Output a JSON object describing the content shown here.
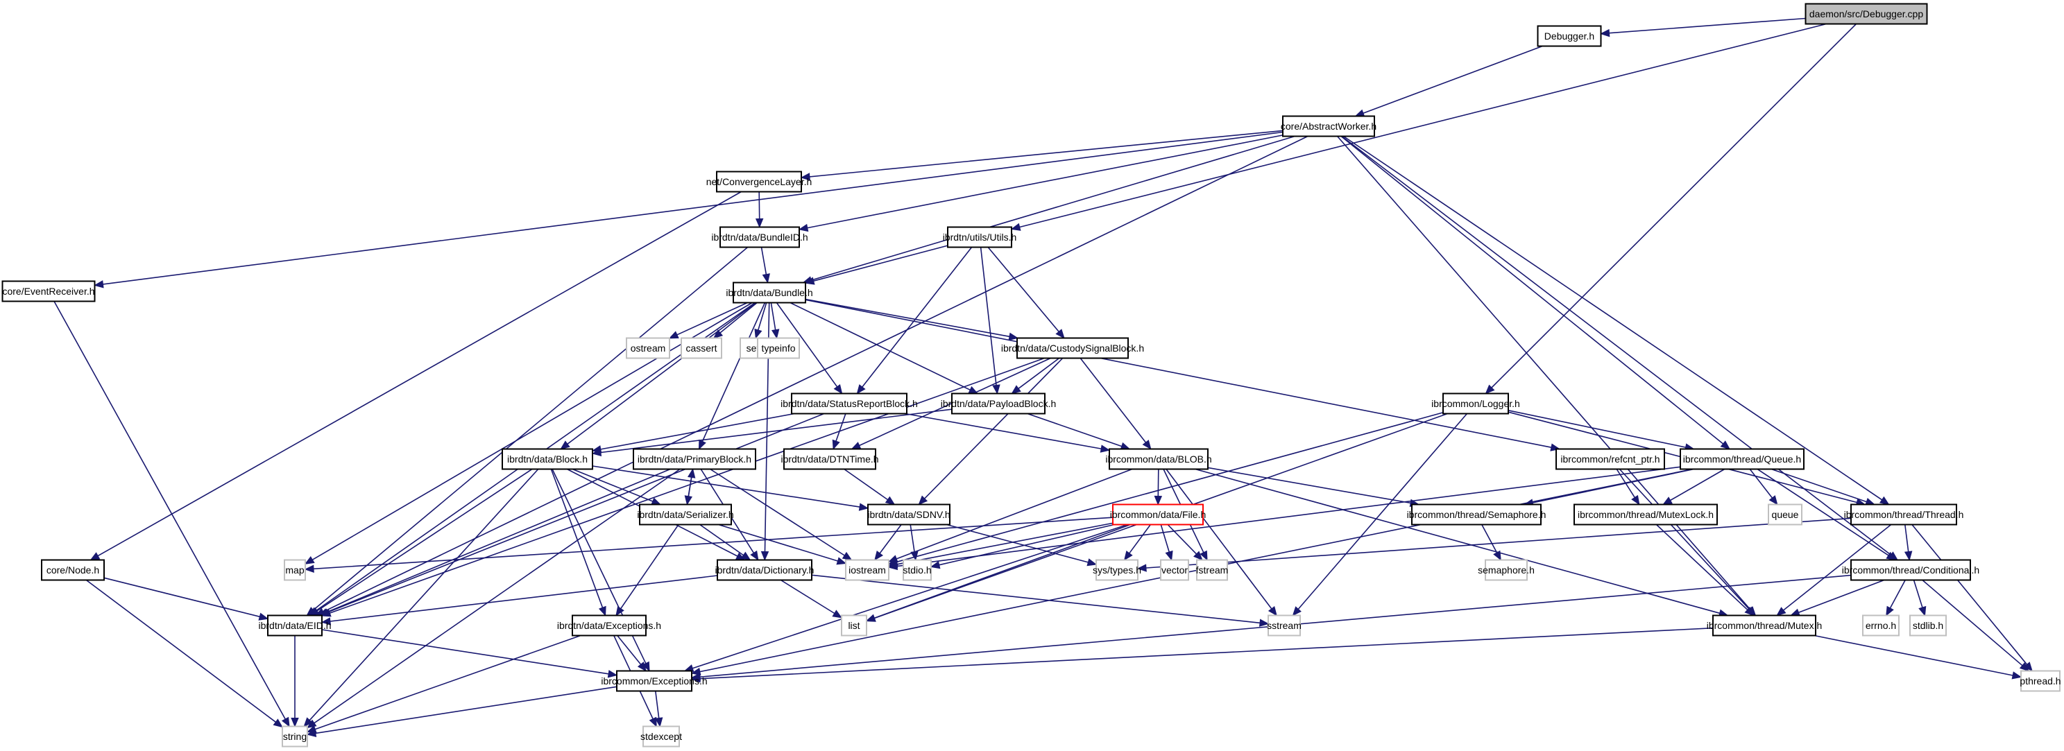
{
  "title": "daemon/src/Debugger.cpp include dependency graph",
  "colors": {
    "edge": "#191970",
    "root_fill": "#bfbfbf",
    "system_border": "#bfbfbf",
    "highlight_border": "#ff0000"
  },
  "nodes": [
    {
      "id": "debugger_cpp",
      "label": "daemon/src/Debugger.cpp",
      "kind": "root"
    },
    {
      "id": "debugger_h",
      "label": "Debugger.h",
      "kind": "normal"
    },
    {
      "id": "abstractworker_h",
      "label": "core/AbstractWorker.h",
      "kind": "normal"
    },
    {
      "id": "convergencelayer_h",
      "label": "net/ConvergenceLayer.h",
      "kind": "normal"
    },
    {
      "id": "eventreceiver_h",
      "label": "core/EventReceiver.h",
      "kind": "normal"
    },
    {
      "id": "bundleid_h",
      "label": "ibrdtn/data/BundleID.h",
      "kind": "normal"
    },
    {
      "id": "utils_h",
      "label": "ibrdtn/utils/Utils.h",
      "kind": "normal"
    },
    {
      "id": "bundle_h",
      "label": "ibrdtn/data/Bundle.h",
      "kind": "normal"
    },
    {
      "id": "ostream",
      "label": "ostream",
      "kind": "system"
    },
    {
      "id": "cassert",
      "label": "cassert",
      "kind": "system"
    },
    {
      "id": "set",
      "label": "set",
      "kind": "system"
    },
    {
      "id": "typeinfo",
      "label": "typeinfo",
      "kind": "system"
    },
    {
      "id": "custodysignalblock_h",
      "label": "ibrdtn/data/CustodySignalBlock.h",
      "kind": "normal"
    },
    {
      "id": "statusreportblock_h",
      "label": "ibrdtn/data/StatusReportBlock.h",
      "kind": "normal"
    },
    {
      "id": "payloadblock_h",
      "label": "ibrdtn/data/PayloadBlock.h",
      "kind": "normal"
    },
    {
      "id": "logger_h",
      "label": "ibrcommon/Logger.h",
      "kind": "normal"
    },
    {
      "id": "block_h",
      "label": "ibrdtn/data/Block.h",
      "kind": "normal"
    },
    {
      "id": "primaryblock_h",
      "label": "ibrdtn/data/PrimaryBlock.h",
      "kind": "normal"
    },
    {
      "id": "dtntime_h",
      "label": "ibrdtn/data/DTNTime.h",
      "kind": "normal"
    },
    {
      "id": "blob_h",
      "label": "ibrcommon/data/BLOB.h",
      "kind": "normal"
    },
    {
      "id": "refcnt_ptr_h",
      "label": "ibrcommon/refcnt_ptr.h",
      "kind": "normal"
    },
    {
      "id": "queue_h",
      "label": "ibrcommon/thread/Queue.h",
      "kind": "normal"
    },
    {
      "id": "serializer_h",
      "label": "ibrdtn/data/Serializer.h",
      "kind": "normal"
    },
    {
      "id": "sdnv_h",
      "label": "ibrdtn/data/SDNV.h",
      "kind": "normal"
    },
    {
      "id": "file_h",
      "label": "ibrcommon/data/File.h",
      "kind": "highlight"
    },
    {
      "id": "semaphore_h_local",
      "label": "ibrcommon/thread/Semaphore.h",
      "kind": "normal"
    },
    {
      "id": "mutexlock_h",
      "label": "ibrcommon/thread/MutexLock.h",
      "kind": "normal"
    },
    {
      "id": "queue",
      "label": "queue",
      "kind": "system"
    },
    {
      "id": "thread_h",
      "label": "ibrcommon/thread/Thread.h",
      "kind": "normal"
    },
    {
      "id": "map",
      "label": "map",
      "kind": "system"
    },
    {
      "id": "iostream",
      "label": "iostream",
      "kind": "system"
    },
    {
      "id": "stdio_h",
      "label": "stdio.h",
      "kind": "system"
    },
    {
      "id": "sys_types_h",
      "label": "sys/types.h",
      "kind": "system"
    },
    {
      "id": "vector",
      "label": "vector",
      "kind": "system"
    },
    {
      "id": "fstream",
      "label": "fstream",
      "kind": "system"
    },
    {
      "id": "semaphore_h",
      "label": "semaphore.h",
      "kind": "system"
    },
    {
      "id": "conditional_h",
      "label": "ibrcommon/thread/Conditional.h",
      "kind": "normal"
    },
    {
      "id": "node_h",
      "label": "core/Node.h",
      "kind": "normal"
    },
    {
      "id": "dictionary_h",
      "label": "ibrdtn/data/Dictionary.h",
      "kind": "normal"
    },
    {
      "id": "eid_h",
      "label": "ibrdtn/data/EID.h",
      "kind": "normal"
    },
    {
      "id": "exceptions_data_h",
      "label": "ibrdtn/data/Exceptions.h",
      "kind": "normal"
    },
    {
      "id": "list",
      "label": "list",
      "kind": "system"
    },
    {
      "id": "sstream",
      "label": "sstream",
      "kind": "system"
    },
    {
      "id": "mutex_h",
      "label": "ibrcommon/thread/Mutex.h",
      "kind": "normal"
    },
    {
      "id": "errno_h",
      "label": "errno.h",
      "kind": "system"
    },
    {
      "id": "stdlib_h",
      "label": "stdlib.h",
      "kind": "system"
    },
    {
      "id": "exceptions_common_h",
      "label": "ibrcommon/Exceptions.h",
      "kind": "normal"
    },
    {
      "id": "pthread_h",
      "label": "pthread.h",
      "kind": "system"
    },
    {
      "id": "string",
      "label": "string",
      "kind": "system"
    },
    {
      "id": "stdexcept",
      "label": "stdexcept",
      "kind": "system"
    }
  ],
  "edges": [
    [
      "debugger_cpp",
      "debugger_h"
    ],
    [
      "debugger_cpp",
      "utils_h"
    ],
    [
      "debugger_cpp",
      "logger_h"
    ],
    [
      "debugger_h",
      "abstractworker_h"
    ],
    [
      "abstractworker_h",
      "eventreceiver_h"
    ],
    [
      "abstractworker_h",
      "convergencelayer_h"
    ],
    [
      "abstractworker_h",
      "bundleid_h"
    ],
    [
      "abstractworker_h",
      "bundle_h"
    ],
    [
      "abstractworker_h",
      "eid_h"
    ],
    [
      "abstractworker_h",
      "queue_h"
    ],
    [
      "abstractworker_h",
      "thread_h"
    ],
    [
      "abstractworker_h",
      "conditional_h"
    ],
    [
      "abstractworker_h",
      "mutex_h"
    ],
    [
      "convergencelayer_h",
      "bundleid_h"
    ],
    [
      "convergencelayer_h",
      "node_h"
    ],
    [
      "bundleid_h",
      "bundle_h"
    ],
    [
      "bundleid_h",
      "eid_h"
    ],
    [
      "utils_h",
      "bundle_h"
    ],
    [
      "utils_h",
      "custodysignalblock_h"
    ],
    [
      "utils_h",
      "statusreportblock_h"
    ],
    [
      "utils_h",
      "payloadblock_h"
    ],
    [
      "bundle_h",
      "ostream"
    ],
    [
      "bundle_h",
      "cassert"
    ],
    [
      "bundle_h",
      "set"
    ],
    [
      "bundle_h",
      "typeinfo"
    ],
    [
      "bundle_h",
      "custodysignalblock_h"
    ],
    [
      "bundle_h",
      "statusreportblock_h"
    ],
    [
      "bundle_h",
      "payloadblock_h"
    ],
    [
      "bundle_h",
      "block_h"
    ],
    [
      "bundle_h",
      "primaryblock_h"
    ],
    [
      "bundle_h",
      "dictionary_h"
    ],
    [
      "bundle_h",
      "eid_h"
    ],
    [
      "bundle_h",
      "map"
    ],
    [
      "bundle_h",
      "refcnt_ptr_h"
    ],
    [
      "custodysignalblock_h",
      "payloadblock_h"
    ],
    [
      "custodysignalblock_h",
      "blob_h"
    ],
    [
      "custodysignalblock_h",
      "dtntime_h"
    ],
    [
      "custodysignalblock_h",
      "sdnv_h"
    ],
    [
      "custodysignalblock_h",
      "eid_h"
    ],
    [
      "statusreportblock_h",
      "block_h"
    ],
    [
      "statusreportblock_h",
      "dtntime_h"
    ],
    [
      "statusreportblock_h",
      "blob_h"
    ],
    [
      "statusreportblock_h",
      "eid_h"
    ],
    [
      "payloadblock_h",
      "block_h"
    ],
    [
      "payloadblock_h",
      "blob_h"
    ],
    [
      "logger_h",
      "queue_h"
    ],
    [
      "logger_h",
      "thread_h"
    ],
    [
      "logger_h",
      "sstream"
    ],
    [
      "logger_h",
      "iostream"
    ],
    [
      "logger_h",
      "list"
    ],
    [
      "block_h",
      "eid_h"
    ],
    [
      "block_h",
      "sdnv_h"
    ],
    [
      "block_h",
      "serializer_h"
    ],
    [
      "block_h",
      "dictionary_h"
    ],
    [
      "block_h",
      "exceptions_data_h"
    ],
    [
      "block_h",
      "exceptions_common_h"
    ],
    [
      "block_h",
      "string"
    ],
    [
      "primaryblock_h",
      "serializer_h"
    ],
    [
      "primaryblock_h",
      "dictionary_h"
    ],
    [
      "primaryblock_h",
      "eid_h"
    ],
    [
      "primaryblock_h",
      "iostream"
    ],
    [
      "primaryblock_h",
      "string"
    ],
    [
      "serializer_h",
      "primaryblock_h"
    ],
    [
      "serializer_h",
      "dictionary_h"
    ],
    [
      "serializer_h",
      "exceptions_data_h"
    ],
    [
      "serializer_h",
      "iostream"
    ],
    [
      "dtntime_h",
      "sdnv_h"
    ],
    [
      "sdnv_h",
      "iostream"
    ],
    [
      "sdnv_h",
      "stdio_h"
    ],
    [
      "sdnv_h",
      "sys_types_h"
    ],
    [
      "blob_h",
      "file_h"
    ],
    [
      "blob_h",
      "semaphore_h_local"
    ],
    [
      "blob_h",
      "iostream"
    ],
    [
      "blob_h",
      "fstream"
    ],
    [
      "blob_h",
      "sstream"
    ],
    [
      "blob_h",
      "mutex_h"
    ],
    [
      "file_h",
      "map"
    ],
    [
      "file_h",
      "iostream"
    ],
    [
      "file_h",
      "stdio_h"
    ],
    [
      "file_h",
      "sys_types_h"
    ],
    [
      "file_h",
      "vector"
    ],
    [
      "file_h",
      "fstream"
    ],
    [
      "file_h",
      "list"
    ],
    [
      "file_h",
      "exceptions_common_h"
    ],
    [
      "refcnt_ptr_h",
      "mutexlock_h"
    ],
    [
      "refcnt_ptr_h",
      "mutex_h"
    ],
    [
      "queue_h",
      "semaphore_h_local"
    ],
    [
      "queue_h",
      "mutexlock_h"
    ],
    [
      "queue_h",
      "queue"
    ],
    [
      "queue_h",
      "thread_h"
    ],
    [
      "queue_h",
      "conditional_h"
    ],
    [
      "queue_h",
      "iostream"
    ],
    [
      "queue_h",
      "exceptions_common_h"
    ],
    [
      "semaphore_h_local",
      "semaphore_h"
    ],
    [
      "mutexlock_h",
      "mutex_h"
    ],
    [
      "thread_h",
      "conditional_h"
    ],
    [
      "thread_h",
      "mutex_h"
    ],
    [
      "thread_h",
      "sys_types_h"
    ],
    [
      "thread_h",
      "pthread_h"
    ],
    [
      "conditional_h",
      "mutex_h"
    ],
    [
      "conditional_h",
      "errno_h"
    ],
    [
      "conditional_h",
      "stdlib_h"
    ],
    [
      "conditional_h",
      "pthread_h"
    ],
    [
      "conditional_h",
      "exceptions_common_h"
    ],
    [
      "mutex_h",
      "exceptions_common_h"
    ],
    [
      "mutex_h",
      "pthread_h"
    ],
    [
      "node_h",
      "eid_h"
    ],
    [
      "node_h",
      "string"
    ],
    [
      "eventreceiver_h",
      "string"
    ],
    [
      "dictionary_h",
      "eid_h"
    ],
    [
      "dictionary_h",
      "list"
    ],
    [
      "dictionary_h",
      "sstream"
    ],
    [
      "eid_h",
      "exceptions_common_h"
    ],
    [
      "eid_h",
      "string"
    ],
    [
      "exceptions_data_h",
      "exceptions_common_h"
    ],
    [
      "exceptions_data_h",
      "string"
    ],
    [
      "exceptions_data_h",
      "stdexcept"
    ],
    [
      "exceptions_common_h",
      "string"
    ],
    [
      "exceptions_common_h",
      "stdexcept"
    ]
  ]
}
